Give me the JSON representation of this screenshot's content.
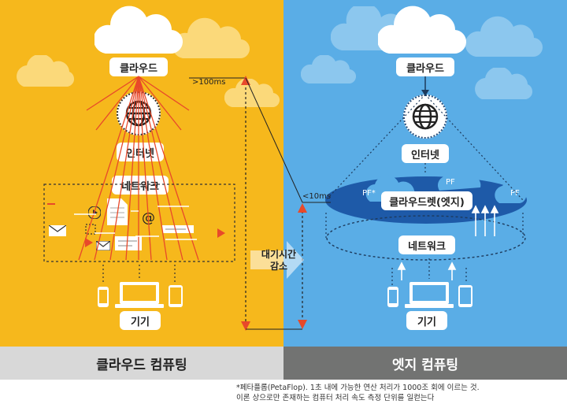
{
  "left_panel": {
    "cloud_label": "클라우드",
    "internet_label": "인터넷",
    "network_label": "네트워크",
    "device_label": "기기",
    "latency_label": ">100ms",
    "title": "클라우드 컴퓨팅"
  },
  "right_panel": {
    "cloud_label": "클라우드",
    "internet_label": "인터넷",
    "cloudlet_label": "클라우드렛(엣지)",
    "network_label": "네트워크",
    "device_label": "기기",
    "latency_label": "<10ms",
    "pf_labels": [
      "PF*",
      "PF",
      "PF"
    ],
    "title": "엣지 컴퓨팅"
  },
  "wait_time": {
    "line1": "대기시간",
    "line2": "감소"
  },
  "footnote": {
    "line1": "*페타플롭(PetaFlop). 1초 내에 가능한 연산 처리가 1000조 회에 이르는 것.",
    "line2": "이론 상으로만 존재하는 컴퓨터 처리 속도 측정 단위를 일컫는다"
  },
  "icons": [
    "cloud-icon",
    "globe-icon",
    "laptop-icon",
    "phone-icon",
    "tablet-icon",
    "envelope-icon",
    "document-icon",
    "play-icon",
    "at-sign-icon",
    "arrow-icon"
  ],
  "colors": {
    "cloud_bg": "#f6b81c",
    "edge_bg": "#5aade6",
    "cloudlet": "#1e5aa8",
    "latency_marker": "#e8492a",
    "cloud_rays": "#e8492a"
  }
}
